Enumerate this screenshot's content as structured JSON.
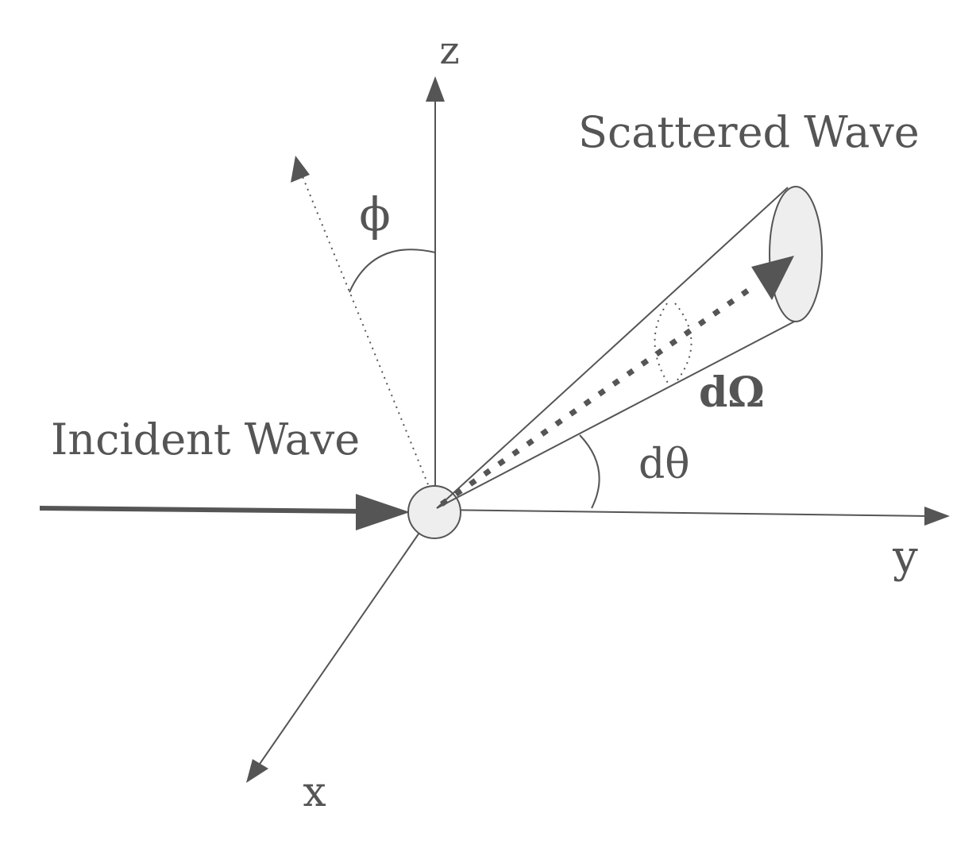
{
  "labels": {
    "z_axis": "z",
    "y_axis": "y",
    "x_axis": "x",
    "phi": "ϕ",
    "scattered_wave": "Scattered Wave",
    "incident_wave": "Incident Wave",
    "d_omega": "dΩ",
    "d_theta": "dθ"
  },
  "colors": {
    "stroke": "#555555",
    "fill_light": "#eeeeee"
  }
}
